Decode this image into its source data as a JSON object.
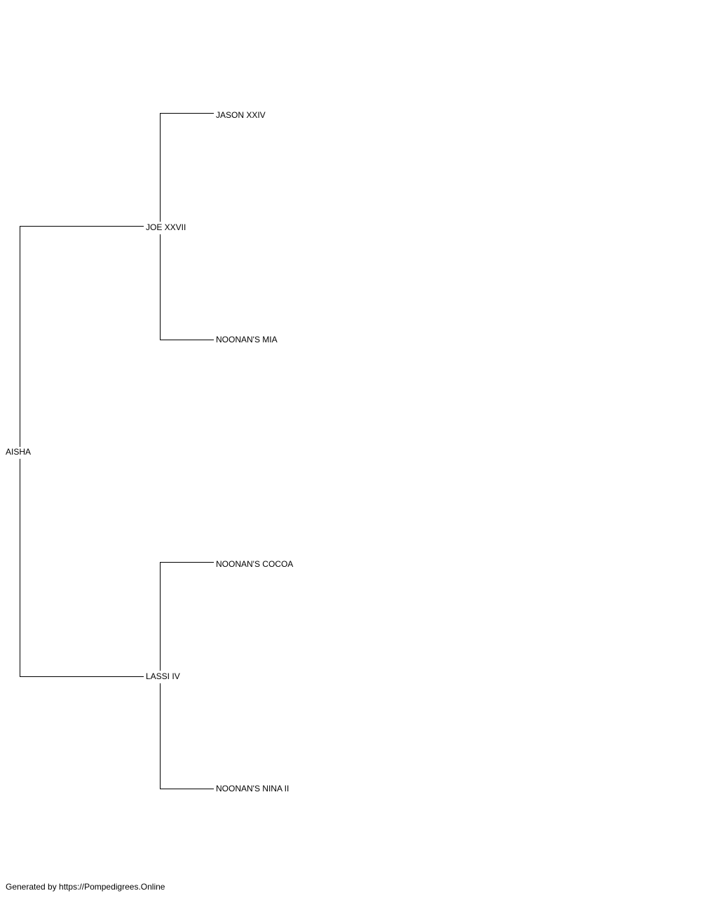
{
  "pedigree": {
    "subject": {
      "name": "AISHA"
    },
    "sire": {
      "name": "JOE XXVII",
      "sire": {
        "name": "JASON XXIV"
      },
      "dam": {
        "name": "NOONAN'S MIA"
      }
    },
    "dam": {
      "name": "LASSI IV",
      "sire": {
        "name": "NOONAN'S COCOA"
      },
      "dam": {
        "name": "NOONAN'S NINA II"
      }
    }
  },
  "footer": {
    "text": "Generated by https://Pompedigrees.Online"
  },
  "colors": {
    "line": "#000000",
    "text": "#000000",
    "background": "#ffffff"
  }
}
